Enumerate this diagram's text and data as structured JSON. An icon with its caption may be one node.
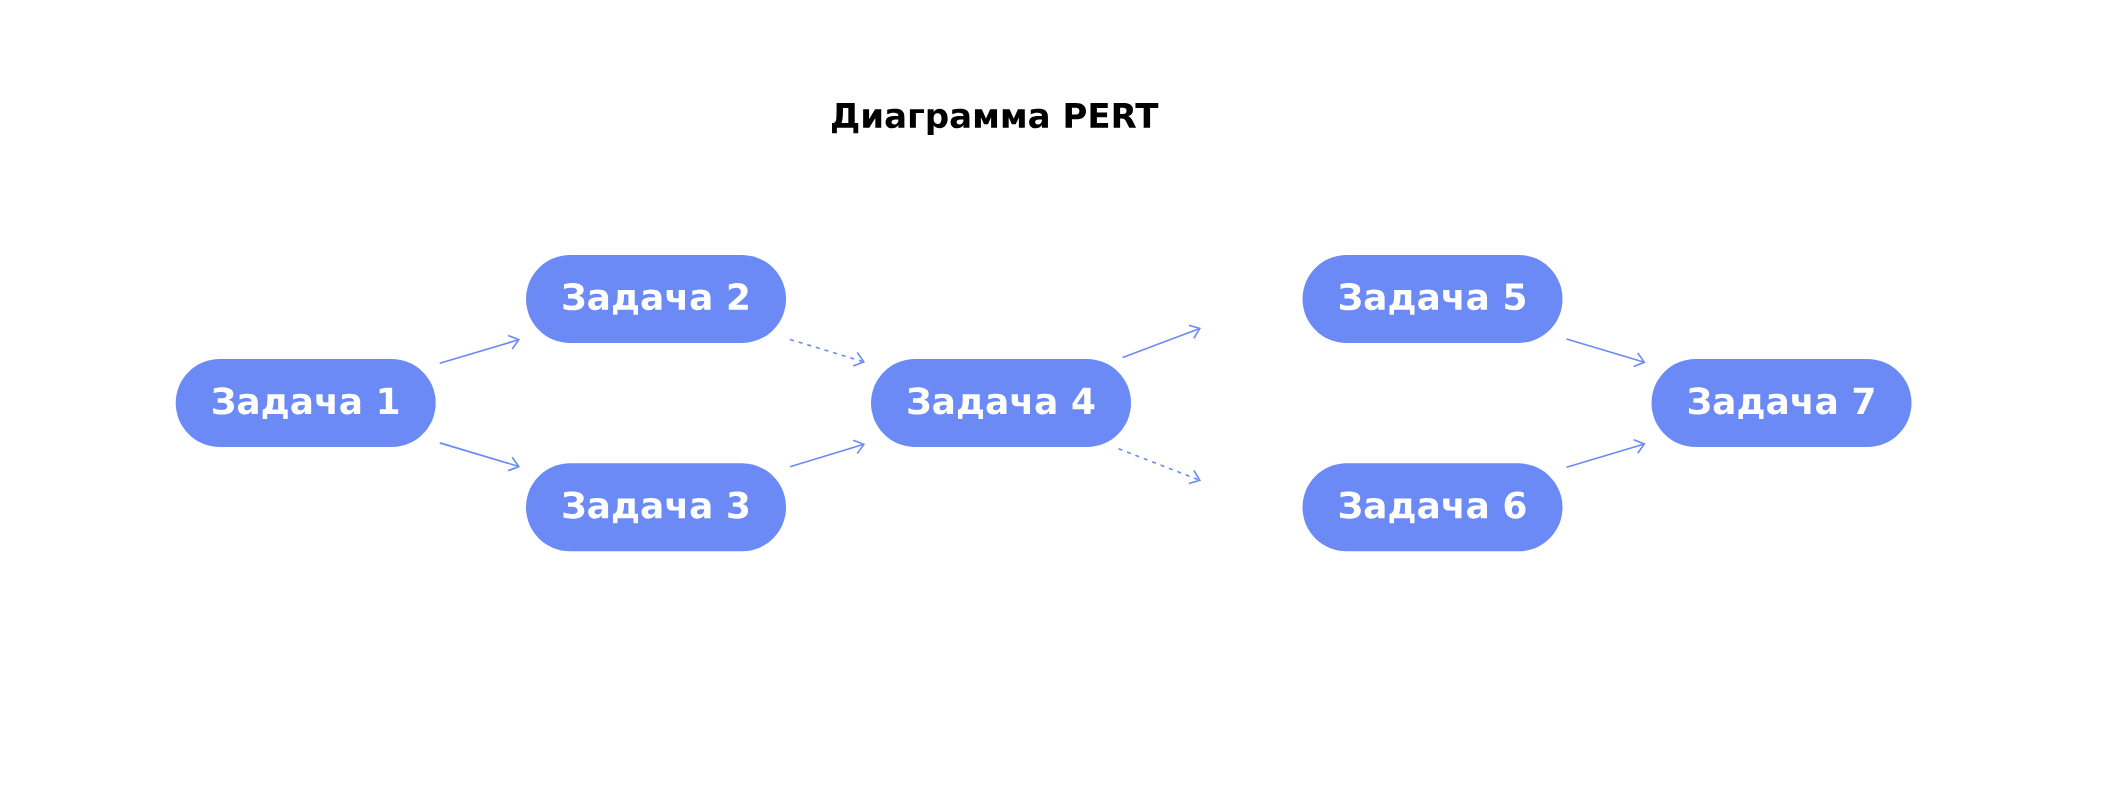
{
  "diagram": {
    "title": "Диаграмма PERT",
    "nodes": [
      {
        "text": [
          "Задача 1"
        ]
      },
      {
        "text": [
          "Задача 2"
        ]
      },
      {
        "text": [
          "Задача 3"
        ]
      },
      {
        "text": [
          "Задача 4"
        ]
      },
      {
        "text": [
          "Задача 5"
        ]
      },
      {
        "text": [
          "Задача 6"
        ]
      },
      {
        "text": [
          "Задача 7"
        ]
      }
    ],
    "edges": [
      {
        "from": 0,
        "to": 1,
        "arrow": "to"
      },
      {
        "from": 0,
        "to": 2,
        "arrow": "to"
      },
      {
        "from": 1,
        "to": 3,
        "arrow": "to",
        "style": "dashed"
      },
      {
        "from": 2,
        "to": 3,
        "arrow": "to"
      },
      {
        "from": 3,
        "to": null,
        "arrow": "to"
      },
      {
        "from": 3,
        "to": null,
        "arrow": "to",
        "style": "dashed"
      },
      {
        "from": 4,
        "to": 6,
        "arrow": "to"
      },
      {
        "from": 5,
        "to": 6,
        "arrow": "to"
      }
    ]
  }
}
